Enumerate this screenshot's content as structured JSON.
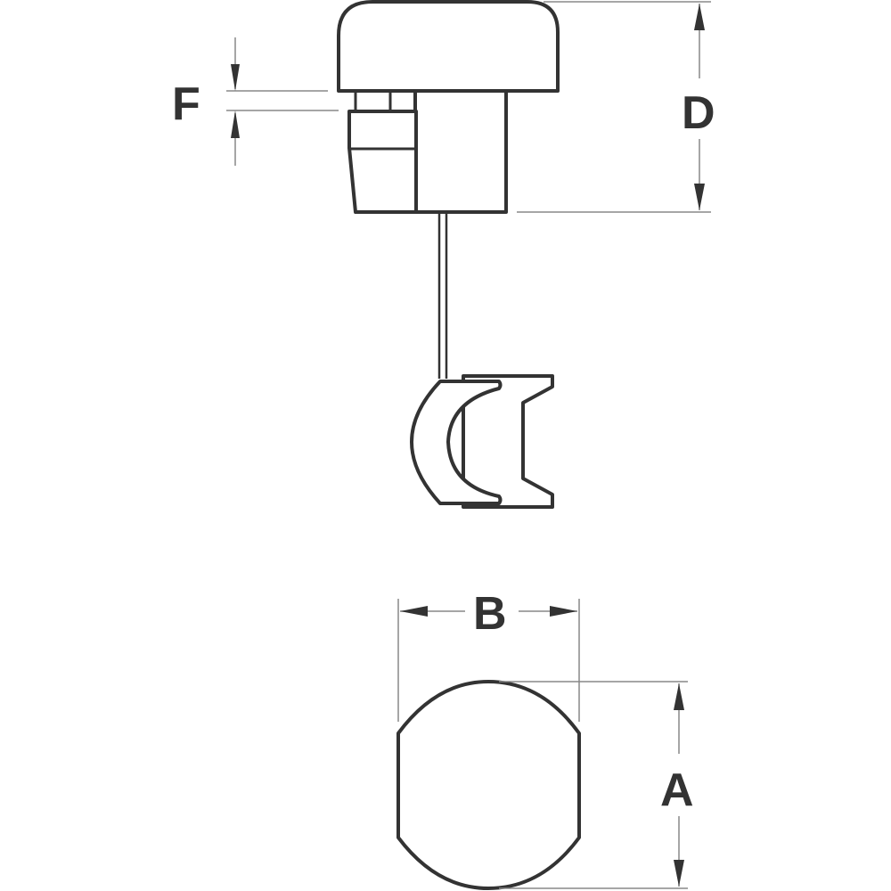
{
  "diagram": {
    "type": "technical-dimension-drawing",
    "subject": "tethered plug/cap with strap and clip",
    "line_color": "#333333",
    "dimension_line_color": "#888888",
    "background": "#ffffff",
    "dimensions": {
      "F": "F",
      "D": "D",
      "B": "B",
      "A": "A"
    },
    "views": [
      {
        "name": "side-view",
        "labels": [
          "F",
          "D"
        ]
      },
      {
        "name": "clip-view",
        "labels": []
      },
      {
        "name": "top-view",
        "labels": [
          "B",
          "A"
        ]
      }
    ]
  }
}
